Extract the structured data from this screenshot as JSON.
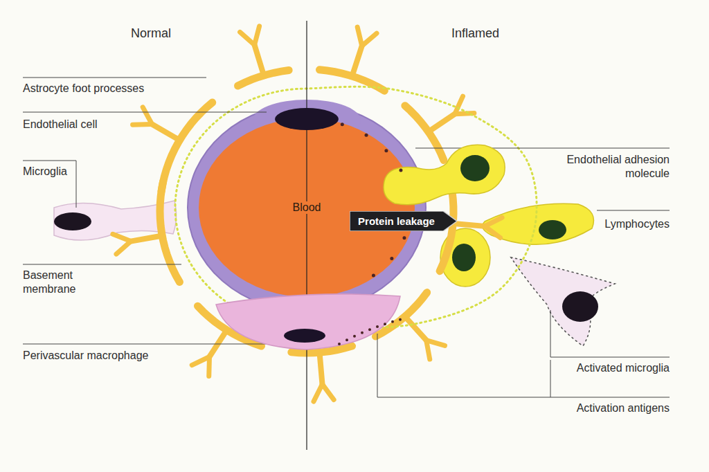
{
  "diagram": {
    "nodes": [
      {
        "text": [
          "Blood"
        ]
      },
      {
        "text": [
          "Protein leakage"
        ]
      }
    ],
    "labels": [
      "Normal",
      "Inflamed",
      "Astrocyte foot processes",
      "Endothelial cell",
      "Microglia",
      "Basement membrane",
      "Perivascular macrophage",
      "Endothelial adhesion molecule",
      "Lymphocytes",
      "Activated microglia",
      "Activation antigens"
    ]
  }
}
